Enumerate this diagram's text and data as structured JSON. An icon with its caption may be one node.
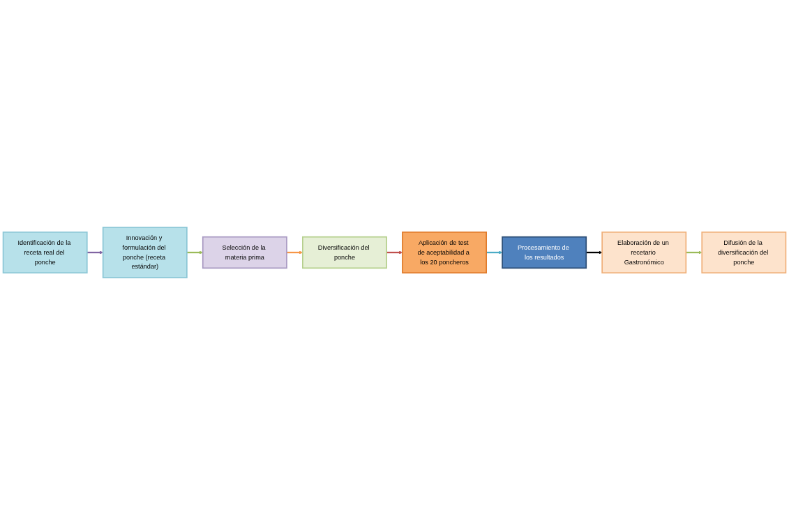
{
  "diagram": {
    "nodes": [
      {
        "text": [
          "Identificación de la receta real del ponche"
        ]
      },
      {
        "text": [
          "Innovación y formulación del ponche (receta estándar)"
        ]
      },
      {
        "text": [
          "Selección de la materia prima"
        ]
      },
      {
        "text": [
          "Diversificación del ponche"
        ]
      },
      {
        "text": [
          "Aplicación de test de aceptabilidad a los 20 poncheros"
        ]
      },
      {
        "text": [
          "Procesamiento de los resultados"
        ]
      },
      {
        "text": [
          "Elaboración de un recetario Gastronómico"
        ]
      },
      {
        "text": [
          "Difusión de la diversificación del ponche"
        ]
      }
    ],
    "edges": [
      {
        "from": 0,
        "to": 1,
        "arrow": "to",
        "color": "#8064a2"
      },
      {
        "from": 1,
        "to": 2,
        "arrow": "to",
        "color": "#9bbb59"
      },
      {
        "from": 2,
        "to": 3,
        "arrow": "to",
        "color": "#f79646"
      },
      {
        "from": 3,
        "to": 4,
        "arrow": "to",
        "color": "#c0504d"
      },
      {
        "from": 4,
        "to": 5,
        "arrow": "to",
        "color": "#4bacc6"
      },
      {
        "from": 5,
        "to": 6,
        "arrow": "to",
        "color": "#000000"
      },
      {
        "from": 6,
        "to": 7,
        "arrow": "to",
        "color": "#9bbb59"
      }
    ]
  }
}
